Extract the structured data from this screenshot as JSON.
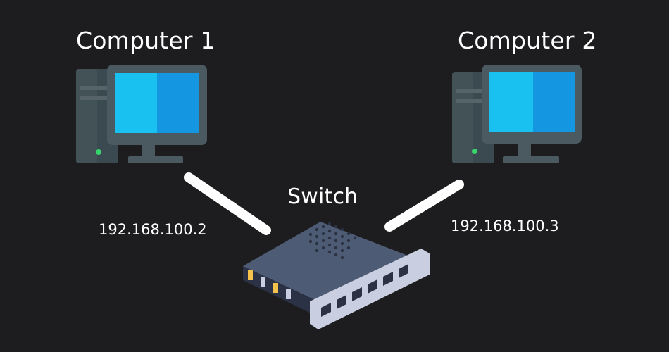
{
  "computers": [
    {
      "title": "Computer 1",
      "ip": "192.168.100.2",
      "icon": "desktop-computer-icon"
    },
    {
      "title": "Computer 2",
      "ip": "192.168.100.3",
      "icon": "desktop-computer-icon"
    }
  ],
  "switch": {
    "title": "Switch",
    "icon": "network-switch-icon"
  },
  "colors": {
    "background": "#1d1d1f",
    "cable": "#ffffff",
    "screen_light": "#19c1f0",
    "screen_dark": "#1596e0",
    "monitor_frame": "#4b5a61",
    "tower": "#3b4a50",
    "power_led": "#37d56b",
    "switch_body": "#4e5b74",
    "port_led_amber": "#f5c24c",
    "faceplate": "#c9cee0"
  }
}
